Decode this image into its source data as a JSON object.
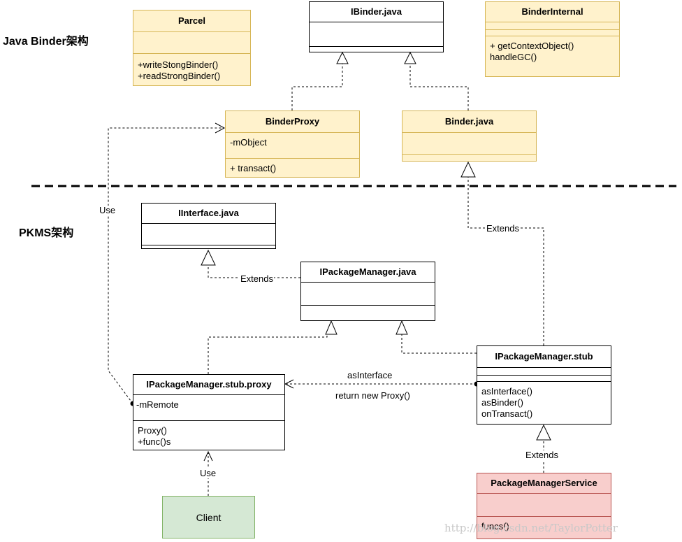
{
  "sections": {
    "java_binder": "Java Binder架构",
    "pkms": "PKMS架构"
  },
  "classes": {
    "parcel": {
      "name": "Parcel",
      "methods": [
        "+writeStongBinder()",
        "+readStrongBinder()"
      ]
    },
    "ibinder": {
      "name": "IBinder.java"
    },
    "binder_internal": {
      "name": "BinderInternal",
      "methods": [
        "+ getContextObject()",
        "handleGC()"
      ]
    },
    "binder_proxy": {
      "name": "BinderProxy",
      "fields": [
        "-mObject"
      ],
      "methods": [
        "+ transact()"
      ]
    },
    "binder_java": {
      "name": "Binder.java"
    },
    "iinterface": {
      "name": "IInterface.java"
    },
    "ipackage_manager": {
      "name": "IPackageManager.java"
    },
    "stub": {
      "name": "IPackageManager.stub",
      "methods": [
        "asInterface()",
        "asBinder()",
        "onTransact()"
      ]
    },
    "stub_proxy": {
      "name": "IPackageManager.stub.proxy",
      "fields": [
        "-mRemote"
      ],
      "methods": [
        "Proxy()",
        "+func()s"
      ]
    },
    "pms": {
      "name": "PackageManagerService",
      "methods": [
        "funcs()"
      ]
    },
    "client": {
      "name": "Client"
    }
  },
  "edge_labels": {
    "use_proxy": "Use",
    "extends_binder": "Extends",
    "extends_iinterface": "Extends",
    "as_interface": "asInterface",
    "return_new_proxy": "return new Proxy()",
    "extends_pms": "Extends",
    "use_client": "Use"
  },
  "watermark": "http://blog.csdn.net/TaylorPotter",
  "colors": {
    "yellow_fill": "#fff2cc",
    "yellow_stroke": "#d6b656",
    "red_fill": "#f8cecc",
    "red_stroke": "#b85450",
    "green_fill": "#d5e8d4",
    "green_stroke": "#82b366"
  }
}
